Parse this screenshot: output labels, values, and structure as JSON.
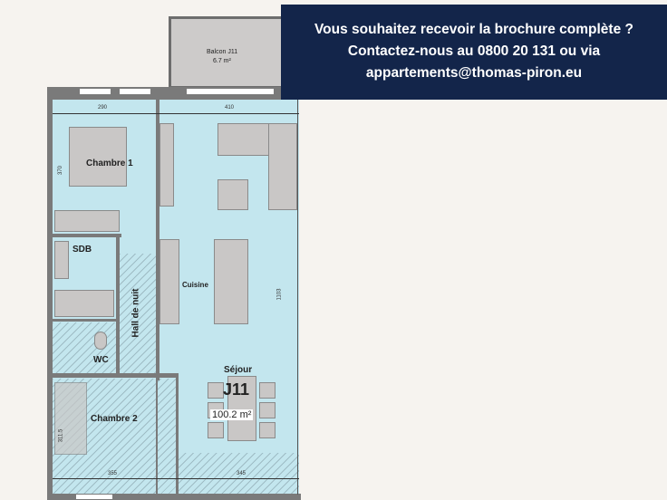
{
  "banner": {
    "line1": "Vous souhaitez recevoir la brochure complète ?",
    "line2": "Contactez-nous au 0800 20 131 ou via",
    "line3": "appartements@thomas-piron.eu"
  },
  "plan": {
    "balcony": {
      "name": "Balcon J11",
      "area": "6.7 m²"
    },
    "rooms": {
      "chambre1": "Chambre 1",
      "sdb": "SDB",
      "wc": "WC",
      "hall": "Hall de nuit",
      "cuisine": "Cuisine",
      "sejour": "Séjour",
      "chambre2": "Chambre 2"
    },
    "unit": {
      "id": "J11",
      "area": "100.2 m²"
    },
    "dimensions": {
      "d290": "290",
      "d410": "410",
      "d370": "370",
      "d1103": "1103",
      "d311": "311.5",
      "d355": "355",
      "d345": "345"
    }
  }
}
